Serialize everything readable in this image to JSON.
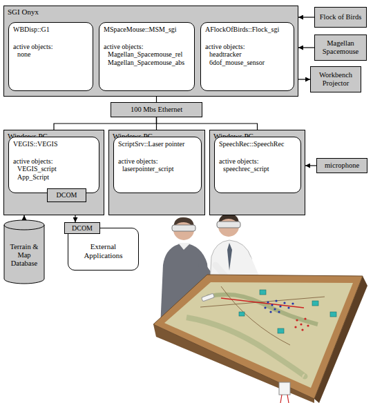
{
  "diagram": {
    "nodes": [
      {
        "text": [
          "SGI Onyx"
        ]
      },
      {
        "text": [
          "WBDisp::G1",
          "active objects:",
          "none"
        ],
        "in": 0
      },
      {
        "text": [
          "MSpaceMouse::MSM_sgi",
          "active objects:",
          "Magellan_Spacemouse_rel",
          "Magellan_Spacemouse_abs"
        ],
        "in": 0
      },
      {
        "text": [
          "AFlockOfBirds::Flock_sgi",
          "active objects:",
          "headtracker",
          "6dof_mouse_sensor"
        ],
        "in": 0
      },
      {
        "text": [
          "Flock of Birds"
        ]
      },
      {
        "text": [
          "Magellan Spacemouse"
        ]
      },
      {
        "text": [
          "Workbench Projector"
        ]
      },
      {
        "text": [
          "100 Mbs Ethernet"
        ]
      },
      {
        "text": [
          "Windows PC"
        ]
      },
      {
        "text": [
          "VEGIS::VEGIS",
          "active objects:",
          "VEGIS_script",
          "App_Script"
        ],
        "in": 8
      },
      {
        "text": [
          "DCOM"
        ],
        "in": 8
      },
      {
        "text": [
          "Windows PC"
        ]
      },
      {
        "text": [
          "ScriptSrv::Laser pointer",
          "active objects:",
          "laserpointer_script"
        ],
        "in": 11
      },
      {
        "text": [
          "Windows PC"
        ]
      },
      {
        "text": [
          "SpeechRec::SpeechRec",
          "active objects:",
          "speechrec_script"
        ],
        "in": 13
      },
      {
        "text": [
          "microphone"
        ]
      },
      {
        "text": [
          "Terrain & Map Database"
        ]
      },
      {
        "text": [
          "DCOM"
        ]
      },
      {
        "text": [
          "External Applications"
        ]
      }
    ],
    "edges": [
      {
        "from": 4,
        "to": 0,
        "arrow": "to"
      },
      {
        "from": 5,
        "to": 0,
        "arrow": "to"
      },
      {
        "from": 0,
        "to": 6,
        "arrow": "to"
      },
      {
        "from": 7,
        "to": 0,
        "arrow": "none"
      },
      {
        "from": 7,
        "to": 8,
        "arrow": "none"
      },
      {
        "from": 7,
        "to": 11,
        "arrow": "none"
      },
      {
        "from": 7,
        "to": 13,
        "arrow": "none"
      },
      {
        "from": 15,
        "to": 13,
        "arrow": "to"
      },
      {
        "from": 16,
        "to": 8,
        "arrow": "to"
      },
      {
        "from": 10,
        "to": 17,
        "arrow": "both"
      }
    ]
  }
}
